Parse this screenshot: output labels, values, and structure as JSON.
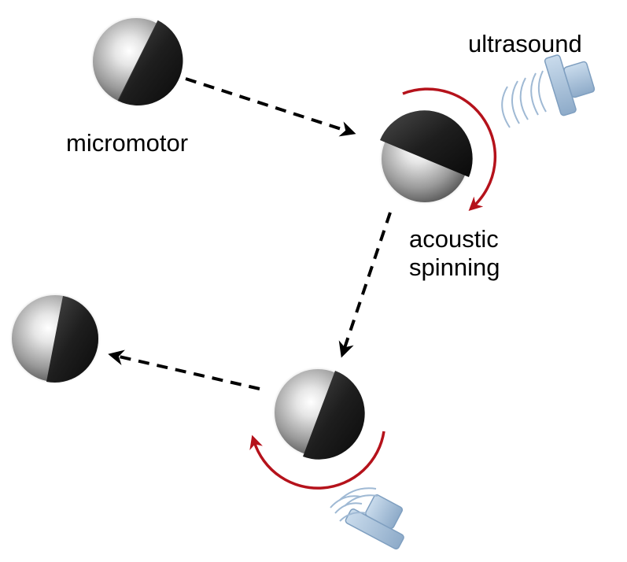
{
  "labels": {
    "micromotor": "micromotor",
    "ultrasound": "ultrasound",
    "acoustic_line1": "acoustic",
    "acoustic_line2": "spinning"
  },
  "colors": {
    "background": "#ffffff",
    "rotation_arrow": "#b5121b",
    "path_arrow": "#000000",
    "transducer": "#a8c2dc",
    "transducer_stroke": "#7f9fc0",
    "wave": "#9fb9d4",
    "motor_light": "#d9d9d9",
    "motor_dark": "#1a1a1a"
  },
  "icons": {
    "motor": "janus-sphere-icon",
    "transducer": "ultrasound-transducer-icon",
    "waves": "sound-wave-icon"
  }
}
